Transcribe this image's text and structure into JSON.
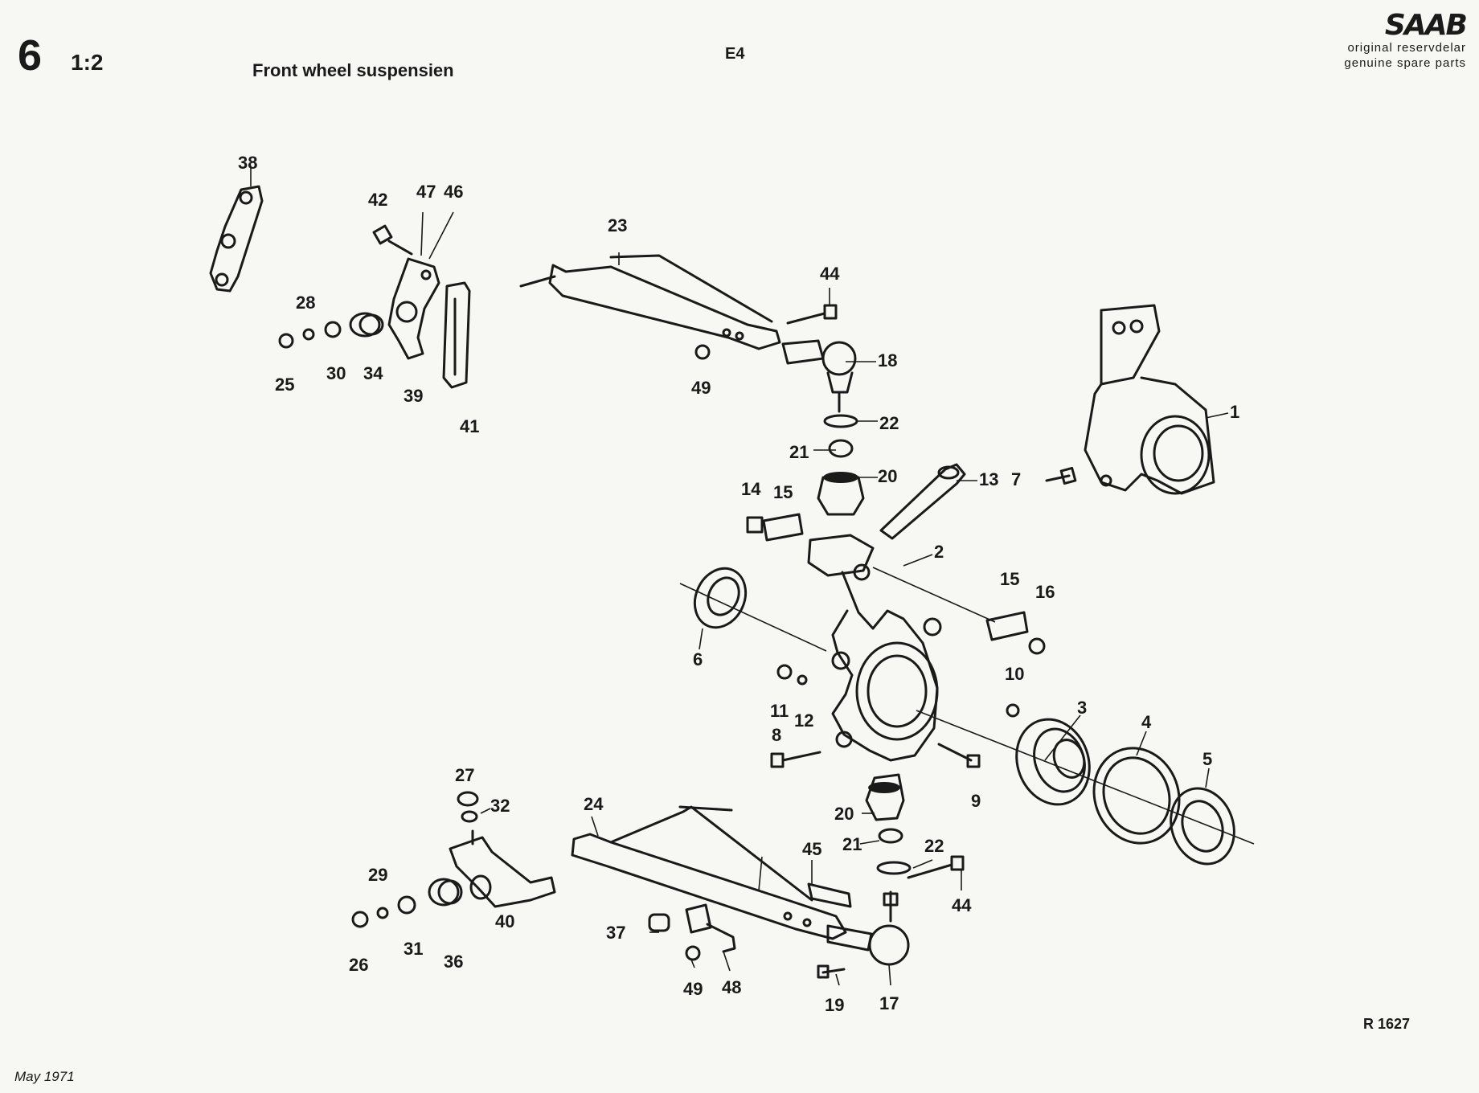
{
  "header": {
    "section_number": "6",
    "scale": "1:2",
    "title": "Front wheel suspensien",
    "group_code": "E4",
    "brand_logo_text": "SAAB",
    "brand_line1": "original reservdelar",
    "brand_line2": "genuine spare parts"
  },
  "footer": {
    "reference": "R 1627",
    "date": "May 1971"
  },
  "callouts": [
    "1",
    "2",
    "3",
    "4",
    "5",
    "6",
    "7",
    "8",
    "9",
    "10",
    "11",
    "12",
    "13",
    "14",
    "15",
    "15",
    "16",
    "17",
    "18",
    "19",
    "20",
    "20",
    "21",
    "21",
    "22",
    "22",
    "23",
    "24",
    "25",
    "26",
    "27",
    "28",
    "29",
    "30",
    "31",
    "32",
    "34",
    "36",
    "37",
    "38",
    "39",
    "40",
    "41",
    "42",
    "44",
    "44",
    "45",
    "46",
    "47",
    "48",
    "49",
    "49"
  ]
}
